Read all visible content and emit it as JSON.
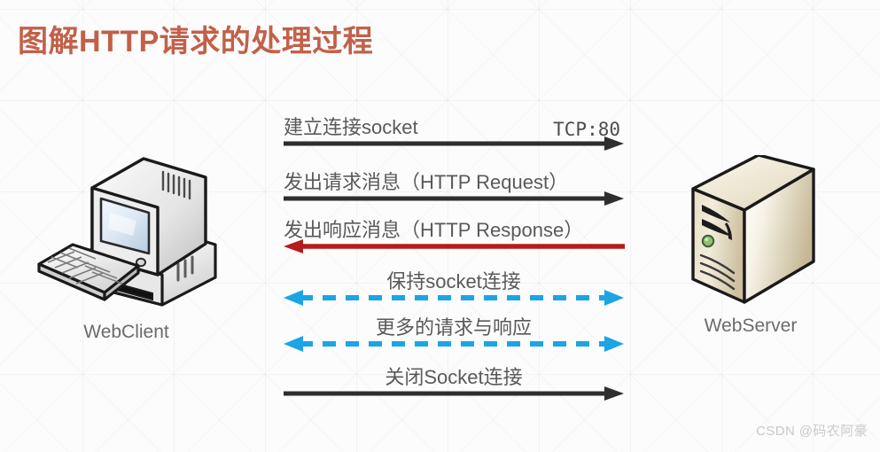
{
  "page": {
    "title": "图解HTTP请求的处理过程",
    "title_color": "#c2604a",
    "background_color": "#fcfcfc",
    "watermark": "CSDN @码农阿豪"
  },
  "nodes": {
    "client": {
      "label": "WebClient",
      "icon": "desktop-computer-icon"
    },
    "server": {
      "label": "WebServer",
      "icon": "server-tower-icon"
    }
  },
  "flows": [
    {
      "id": "establish-connection",
      "text": "建立连接socket",
      "sub_text": "TCP:80",
      "direction": "right",
      "style": "solid",
      "color": "#2e2e2e",
      "text_align": "left"
    },
    {
      "id": "http-request",
      "text": "发出请求消息（HTTP Request）",
      "sub_text": "",
      "direction": "right",
      "style": "solid",
      "color": "#2e2e2e",
      "text_align": "left"
    },
    {
      "id": "http-response",
      "text": "发出响应消息（HTTP Response）",
      "sub_text": "",
      "direction": "left",
      "style": "solid",
      "color": "#b51d1d",
      "text_align": "left"
    },
    {
      "id": "keep-alive",
      "text": "保持socket连接",
      "sub_text": "",
      "direction": "both",
      "style": "dashed",
      "color": "#1ba5e5",
      "text_align": "center"
    },
    {
      "id": "more-requests",
      "text": "更多的请求与响应",
      "sub_text": "",
      "direction": "both",
      "style": "dashed",
      "color": "#1ba5e5",
      "text_align": "center"
    },
    {
      "id": "close-socket",
      "text": "关闭Socket连接",
      "sub_text": "",
      "direction": "right",
      "style": "solid",
      "color": "#2e2e2e",
      "text_align": "center"
    }
  ]
}
